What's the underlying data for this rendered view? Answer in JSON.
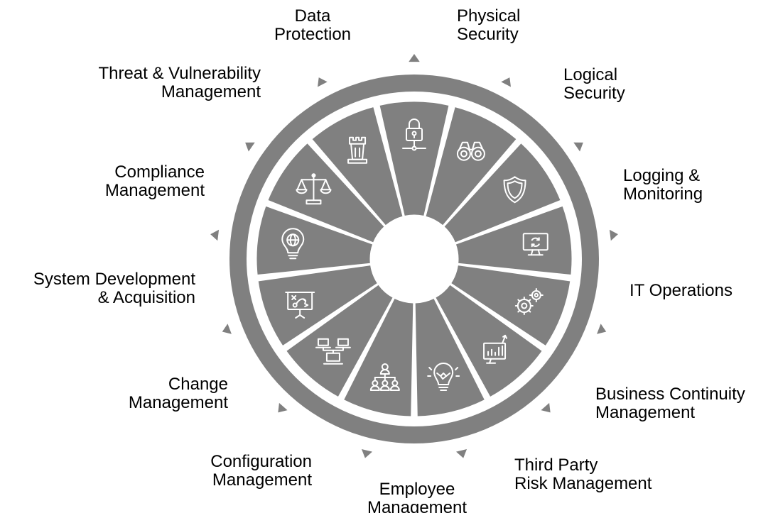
{
  "diagram": {
    "ring_title": "Information Security Governance",
    "colors": {
      "segment": "#808080",
      "background": "#ffffff",
      "text": "#000000"
    },
    "segments": [
      {
        "key": "data-protection",
        "label_lines": [
          "Data",
          "Protection"
        ],
        "icon": "lock-network-icon"
      },
      {
        "key": "physical-security",
        "label_lines": [
          "Physical",
          "Security"
        ],
        "icon": "binoculars-icon"
      },
      {
        "key": "logical-security",
        "label_lines": [
          "Logical",
          "Security"
        ],
        "icon": "shield-icon"
      },
      {
        "key": "logging-monitoring",
        "label_lines": [
          "Logging &",
          "Monitoring"
        ],
        "icon": "monitor-refresh-icon"
      },
      {
        "key": "it-operations",
        "label_lines": [
          "IT Operations"
        ],
        "icon": "gears-icon"
      },
      {
        "key": "business-continuity",
        "label_lines": [
          "Business Continuity",
          "Management"
        ],
        "icon": "growth-chart-icon"
      },
      {
        "key": "third-party-risk",
        "label_lines": [
          "Third Party",
          "Risk Management"
        ],
        "icon": "lightbulb-handshake-icon"
      },
      {
        "key": "employee-management",
        "label_lines": [
          "Employee",
          "Management"
        ],
        "icon": "org-chart-icon"
      },
      {
        "key": "configuration-mgmt",
        "label_lines": [
          "Configuration",
          "Management"
        ],
        "icon": "network-computers-icon"
      },
      {
        "key": "change-management",
        "label_lines": [
          "Change",
          "Management"
        ],
        "icon": "strategy-board-icon"
      },
      {
        "key": "system-development",
        "label_lines": [
          "System Development",
          "& Acquisition"
        ],
        "icon": "lightbulb-globe-icon"
      },
      {
        "key": "compliance-management",
        "label_lines": [
          "Compliance",
          "Management"
        ],
        "icon": "scales-icon"
      },
      {
        "key": "threat-vulnerability",
        "label_lines": [
          "Threat & Vulnerability",
          "Management"
        ],
        "icon": "castle-tower-icon"
      }
    ]
  }
}
